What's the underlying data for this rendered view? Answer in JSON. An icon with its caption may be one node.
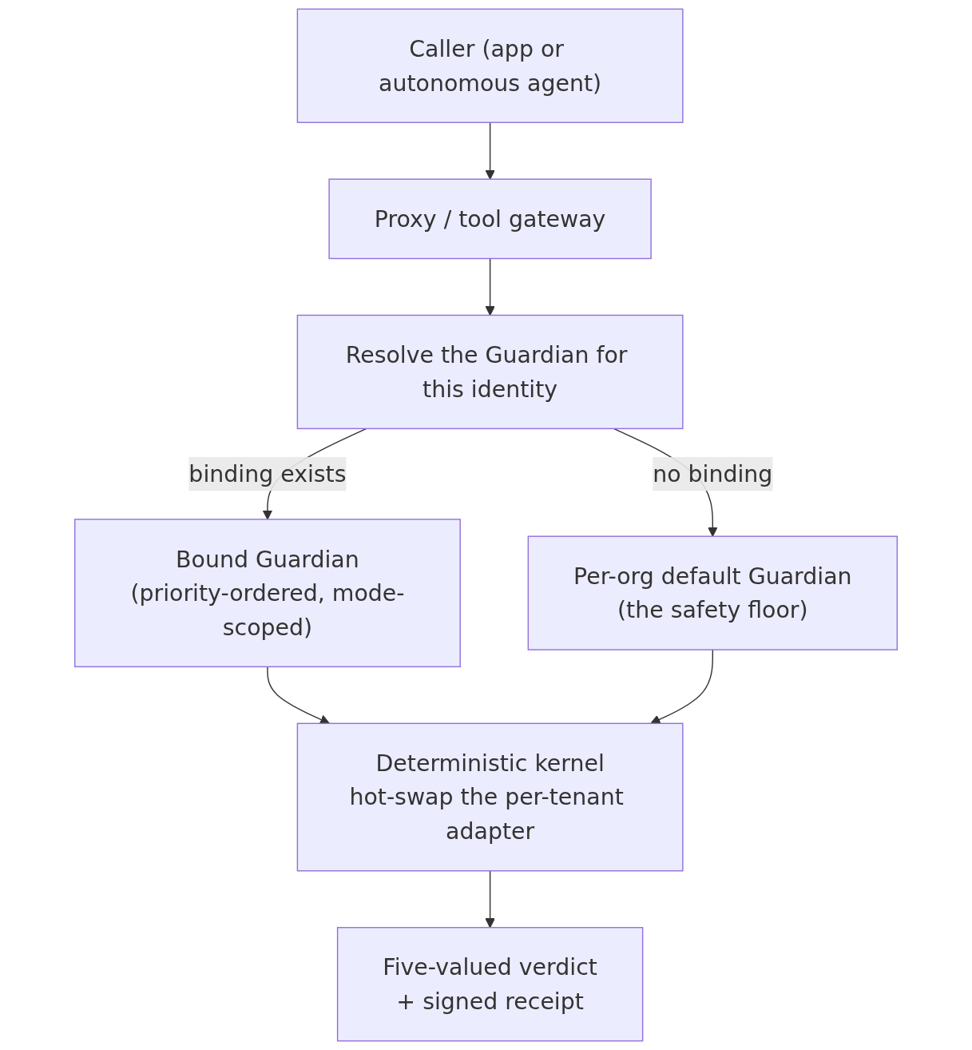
{
  "diagram": {
    "nodes": [
      {
        "text": [
          "Caller (app or autonomous agent)"
        ]
      },
      {
        "text": [
          "Proxy / tool gateway"
        ]
      },
      {
        "text": [
          "Resolve the Guardian for this identity"
        ]
      },
      {
        "text": [
          "Bound Guardian",
          "(priority-ordered, mode-scoped)"
        ]
      },
      {
        "text": [
          "Per-org default Guardian",
          "(the safety floor)"
        ]
      },
      {
        "text": [
          "Deterministic kernel",
          "hot-swap the per-tenant adapter"
        ]
      },
      {
        "text": [
          "Five-valued verdict",
          "+ signed receipt"
        ]
      }
    ],
    "edges": [
      {
        "from": 0,
        "to": 1,
        "arrow": "to"
      },
      {
        "from": 1,
        "to": 2,
        "arrow": "to"
      },
      {
        "from": 2,
        "to": 3,
        "arrow": "to",
        "label": "binding exists"
      },
      {
        "from": 2,
        "to": 4,
        "arrow": "to",
        "label": "no binding"
      },
      {
        "from": 3,
        "to": 5,
        "arrow": "to"
      },
      {
        "from": 4,
        "to": 5,
        "arrow": "to"
      },
      {
        "from": 5,
        "to": 6,
        "arrow": "to"
      }
    ]
  }
}
